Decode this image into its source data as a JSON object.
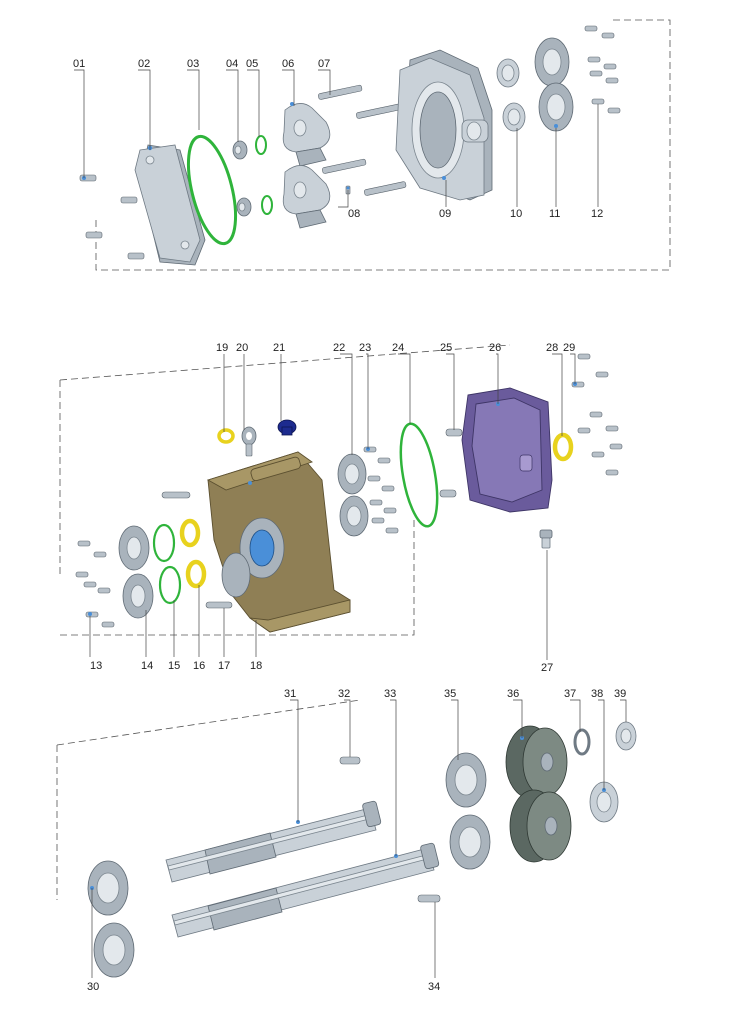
{
  "part_labels": [
    "01",
    "02",
    "03",
    "04",
    "05",
    "06",
    "07",
    "08",
    "09",
    "10",
    "11",
    "12",
    "13",
    "14",
    "15",
    "16",
    "17",
    "18",
    "19",
    "20",
    "21",
    "22",
    "23",
    "24",
    "25",
    "26",
    "27",
    "28",
    "29",
    "30",
    "31",
    "32",
    "33",
    "34",
    "35",
    "36",
    "37",
    "38",
    "39"
  ],
  "colors": {
    "o_ring": "#2fb43b",
    "seal_ring": "#e8d21e",
    "gearbox_housing": "#8f7f55",
    "rear_cover": "#6a5b9c",
    "gears": "#5b6862",
    "steel_parts": "#c9d1d8",
    "breather_cap": "#1d2b8f"
  }
}
